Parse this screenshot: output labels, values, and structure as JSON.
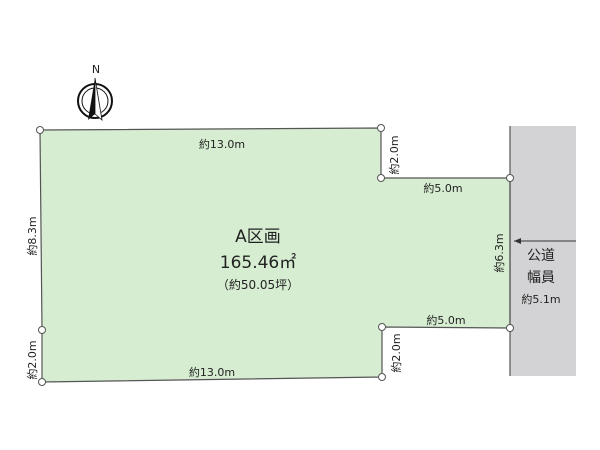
{
  "compass": {
    "label": "N"
  },
  "plot": {
    "name": "A区画",
    "area": "165.46㎡",
    "area_tsubo": "（約50.05坪）",
    "fill_color": "#d6edd1"
  },
  "dimensions": {
    "top": "約13.0m",
    "top_right_step": "約2.0m",
    "right_upper": "約5.0m",
    "right_side": "約6.3m",
    "right_lower": "約5.0m",
    "bottom_right_step": "約2.0m",
    "bottom": "約13.0m",
    "left": "約8.3m",
    "left_lower": "約2.0m"
  },
  "road": {
    "label_line1": "公道",
    "label_line2": "幅員",
    "width": "約5.1m",
    "color": "#d3d3d5"
  }
}
